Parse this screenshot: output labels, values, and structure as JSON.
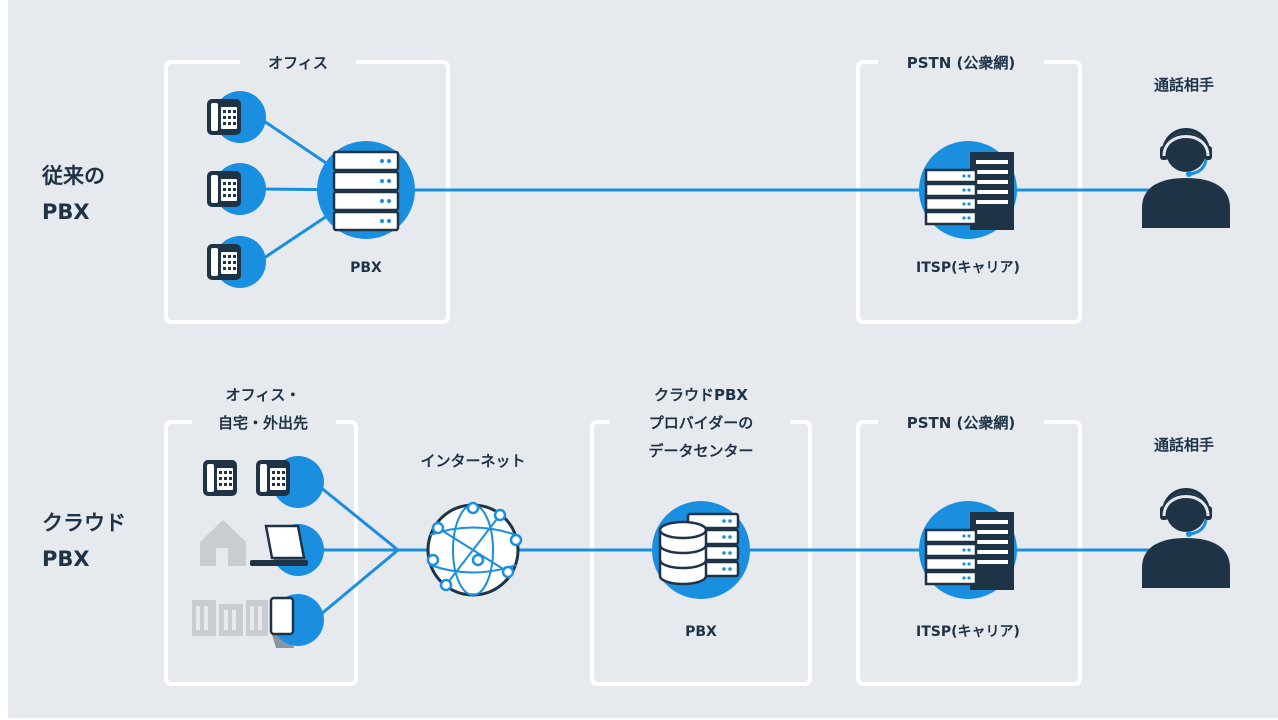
{
  "rows": {
    "legacy": {
      "title_line1": "従来の",
      "title_line2": "PBX"
    },
    "cloud": {
      "title_line1": "クラウド",
      "title_line2": "PBX"
    }
  },
  "legacy": {
    "office_label": "オフィス",
    "pbx_label": "PBX",
    "pstn_label": "PSTN (公衆網)",
    "itsp_label": "ITSP(キャリア)",
    "party_label": "通話相手"
  },
  "cloud": {
    "location_line1": "オフィス・",
    "location_line2": "自宅・外出先",
    "internet_label": "インターネット",
    "provider_line1": "クラウドPBX",
    "provider_line2": "プロバイダーの",
    "provider_line3": "データセンター",
    "pbx_label": "PBX",
    "pstn_label": "PSTN (公衆網)",
    "itsp_label": "ITSP(キャリア)",
    "party_label": "通話相手"
  },
  "colors": {
    "background": "#e6e9ed",
    "accent_blue": "#1a8fe0",
    "navy": "#1f3347",
    "box_stroke": "#ffffff"
  },
  "icons": [
    "desk-phone-icon",
    "server-icon",
    "building-icon",
    "person-headset-icon",
    "house-icon",
    "laptop-icon",
    "smartphone-icon",
    "globe-network-icon",
    "database-server-icon"
  ]
}
